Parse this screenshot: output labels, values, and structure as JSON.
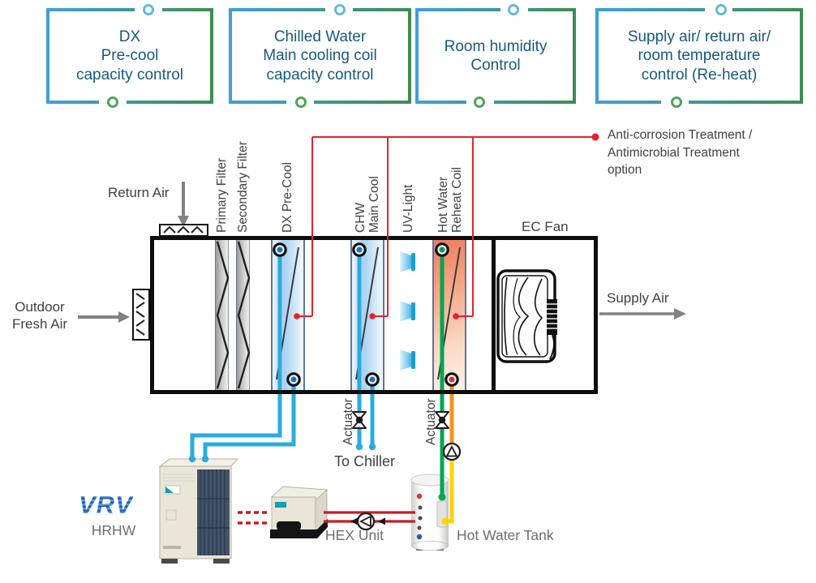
{
  "control_boxes": [
    {
      "lines": [
        "DX",
        "Pre-cool",
        "capacity control"
      ]
    },
    {
      "lines": [
        "Chilled Water",
        "Main cooling coil",
        "capacity control"
      ]
    },
    {
      "lines": [
        "Room humidity",
        "Control"
      ]
    },
    {
      "lines": [
        "Supply air/ return air/",
        "room temperature",
        "control (Re-heat)"
      ]
    }
  ],
  "annotation": {
    "lines": [
      "Anti-corrosion Treatment /",
      "Antimicrobial Treatment",
      "option"
    ]
  },
  "airflow": {
    "return_air": "Return Air",
    "outdoor_fresh_air_lines": [
      "Outdoor",
      "Fresh Air"
    ],
    "supply_air": "Supply Air"
  },
  "components": {
    "primary_filter": "Primary Filter",
    "secondary_filter": "Secondary Filter",
    "dx_precool": "DX Pre-Cool",
    "chw_lines": [
      "CHW",
      "Main Cool"
    ],
    "uv_light": "UV-Light",
    "hw_lines": [
      "Hot Water",
      "Reheat Coil"
    ],
    "ec_fan": "EC Fan"
  },
  "piping": {
    "actuator_chw": "Actuator",
    "actuator_hw": "Actuator",
    "to_chiller": "To Chiller"
  },
  "equipment": {
    "vrv_logo": "VRV",
    "vrv_model": "HRHW",
    "hex_unit": "HEX Unit",
    "hot_water_tank": "Hot Water Tank"
  },
  "colors": {
    "pipe_blue": "#29abe2",
    "pipe_green": "#00a551",
    "pipe_orange": "#f6921e",
    "pipe_yellow": "#ffd20a",
    "annotation_red": "#e7212a",
    "refrigerant_red": "#c11f25",
    "accent_blue": "#3f9fd8",
    "accent_green": "#3d8d52",
    "box_text": "#155a7e"
  }
}
